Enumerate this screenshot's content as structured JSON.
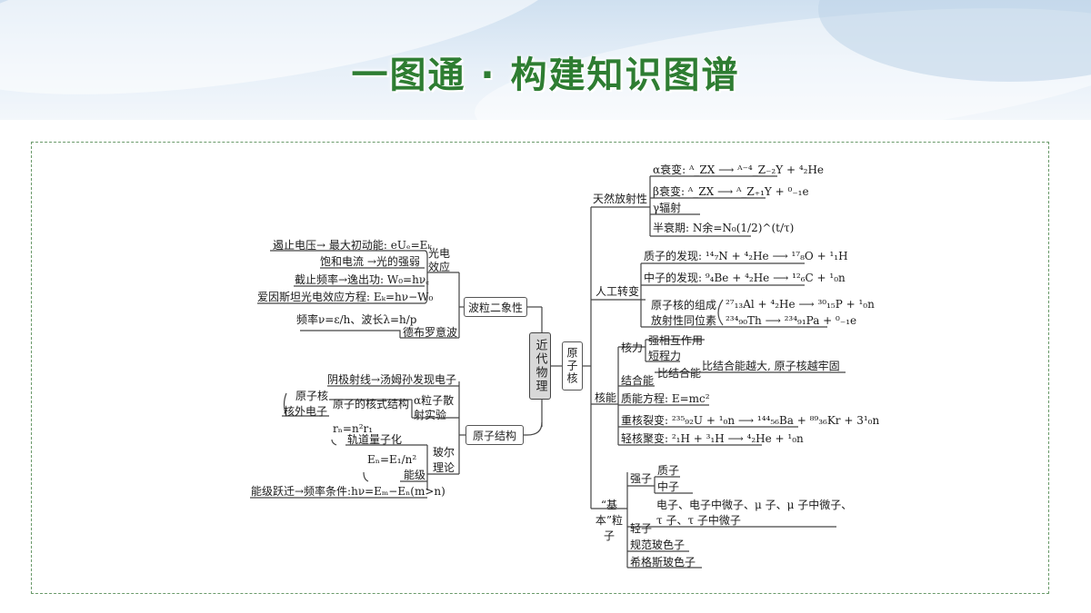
{
  "title": "一图通 · 构建知识图谱",
  "center": "近代物理",
  "left": {
    "wave": "波粒二象性",
    "photo": "光电效应",
    "photo_items": [
      "遏止电压→ 最大初动能: eUₑ=Eₖ",
      "饱和电流 →光的强弱",
      "截止频率→逸出功: W₀=hν꜀",
      "爱因斯坦光电效应方程: Eₖ=hν−W₀"
    ],
    "freq": "频率ν=ε/h、波长λ=h/p",
    "debroglie": "德布罗意波",
    "atom": "原子结构",
    "cathode": "阴极射线→汤姆孙发现电子",
    "nucleus_core": "原子核",
    "nucleus_out": "核外电子",
    "nuclear_model": "原子的核式结构",
    "alpha_exp": "α粒子散射实验",
    "orbit_formula": "rₙ=n²r₁",
    "orbit": "轨道量子化",
    "bohr": "玻尔理论",
    "energy_formula": "Eₙ=E₁/n²",
    "energy_level": "能级",
    "transition": "能级跃迁→频率条件:hν=Eₘ−Eₙ(m>n)"
  },
  "right": {
    "nucleus": "原子核",
    "natural": "天然放射性",
    "alpha_decay": "α衰变: ᴬ_ZX ⟶ ᴬ⁻⁴_Z₋₂Y + ⁴₂He",
    "beta_decay": "β衰变: ᴬ_ZX ⟶ ᴬ_Z₊₁Y + ⁰₋₁e",
    "gamma": "γ辐射",
    "half_life": "半衰期: N余=N₀(1/2)^(t/τ)",
    "artificial": "人工转变",
    "proton_disc": "质子的发现: ¹⁴₇N + ⁴₂He ⟶ ¹⁷₈O + ¹₁H",
    "neutron_disc": "中子的发现: ⁹₄Be + ⁴₂He ⟶ ¹²₆C + ¹₀n",
    "composition": "原子核的组成",
    "isotope": "放射性同位素",
    "reaction1": "²⁷₁₃Al + ⁴₂He ⟶ ³⁰₁₅P + ¹₀n",
    "reaction2": "²³⁴₉₀Th ⟶ ²³⁴₉₁Pa + ⁰₋₁e",
    "nuclear_force": "核力",
    "strong": "强相互作用",
    "short": "短程力",
    "binding": "结合能",
    "specific_binding": "比结合能",
    "specific_desc": "比结合能越大, 原子核越牢固",
    "nuclear_energy": "核能",
    "mass_energy": "质能方程: E=mc²",
    "fission": "重核裂变: ²³⁵₉₂U + ¹₀n ⟶ ¹⁴⁴₅₆Ba + ⁸⁹₃₆Kr + 3¹₀n",
    "fusion": "轻核聚变: ²₁H + ³₁H ⟶ ⁴₂He + ¹₀n",
    "particles": "“基本”粒子",
    "hadron": "强子",
    "proton": "质子",
    "neutron": "中子",
    "lepton": "轻子",
    "lepton_desc1": "电子、电子中微子、μ 子、μ 子中微子、",
    "lepton_desc2": "τ 子、τ 子中微子",
    "boson1": "规范玻色子",
    "boson2": "希格斯玻色子"
  }
}
